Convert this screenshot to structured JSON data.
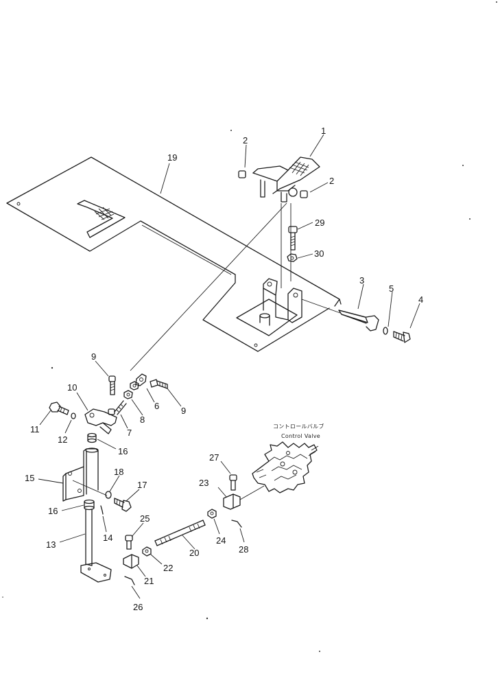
{
  "diagram": {
    "callouts": {
      "p1": "1",
      "p2a": "2",
      "p2b": "2",
      "p3": "3",
      "p4": "4",
      "p5": "5",
      "p6": "6",
      "p7": "7",
      "p8": "8",
      "p9a": "9",
      "p9b": "9",
      "p10": "10",
      "p11": "11",
      "p12": "12",
      "p13": "13",
      "p14": "14",
      "p15": "15",
      "p16a": "16",
      "p16b": "16",
      "p17": "17",
      "p18": "18",
      "p19": "19",
      "p20": "20",
      "p21": "21",
      "p22": "22",
      "p23": "23",
      "p24": "24",
      "p25": "25",
      "p26": "26",
      "p27": "27",
      "p28": "28",
      "p29": "29",
      "p30": "30"
    },
    "control_valve_jp": "コントロールバルブ",
    "control_valve_en": "Control Valve"
  }
}
